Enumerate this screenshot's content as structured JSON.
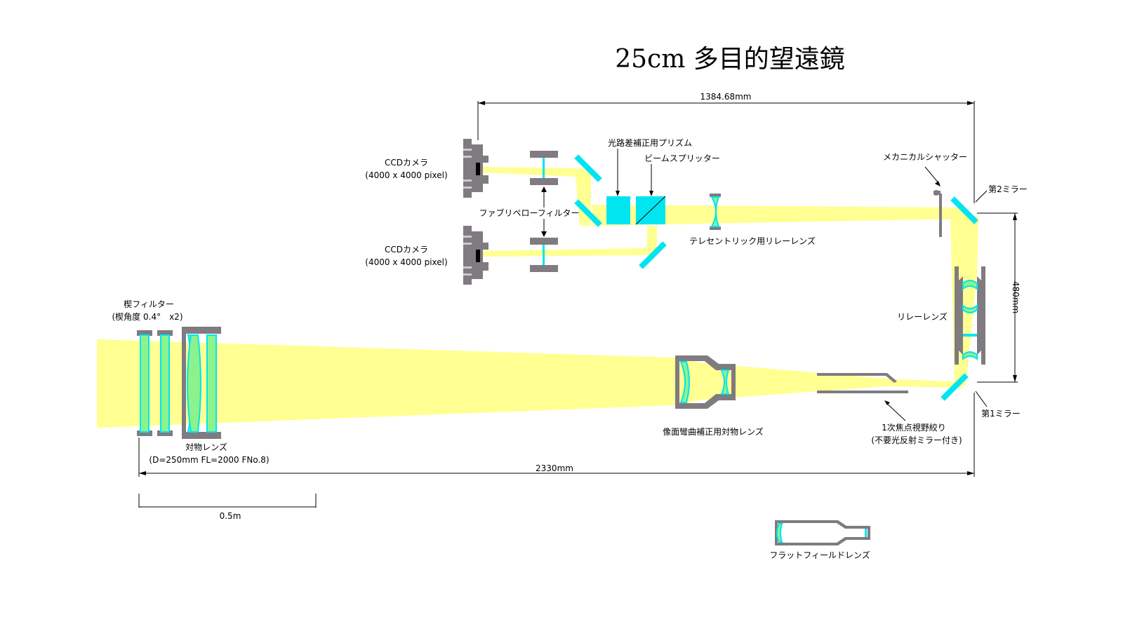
{
  "title": "25cm 多目的望遠鏡",
  "labels": {
    "ccd_top_name": "CCDカメラ",
    "ccd_top_spec": "(4000 x 4000 pixel)",
    "ccd_bottom_name": "CCDカメラ",
    "ccd_bottom_spec": "(4000 x 4000 pixel)",
    "fabry_perot": "ファブリペローフィルター",
    "path_prism": "光路差補正用プリズム",
    "beam_splitter": "ビームスプリッター",
    "shutter": "メカニカルシャッター",
    "mirror2": "第2ミラー",
    "mirror1": "第1ミラー",
    "telecentric": "テレセントリック用リレーレンズ",
    "relay_lens": "リレーレンズ",
    "wedge_filter": "楔フィルター",
    "wedge_spec": "(楔角度 0.4°　x2)",
    "objective": "対物レンズ",
    "objective_spec": "(D=250mm FL=2000 FNo.8)",
    "field_correction": "像面彎曲補正用対物レンズ",
    "field_stop": "1次焦点視野絞り",
    "field_stop_spec": "(不要光反射ミラー付き)",
    "flat_field": "フラットフィールドレンズ",
    "scale_bar": "0.5m"
  },
  "dimensions": {
    "top_width": "1384.68mm",
    "bottom_width": "2330mm",
    "right_height": "480mm"
  }
}
